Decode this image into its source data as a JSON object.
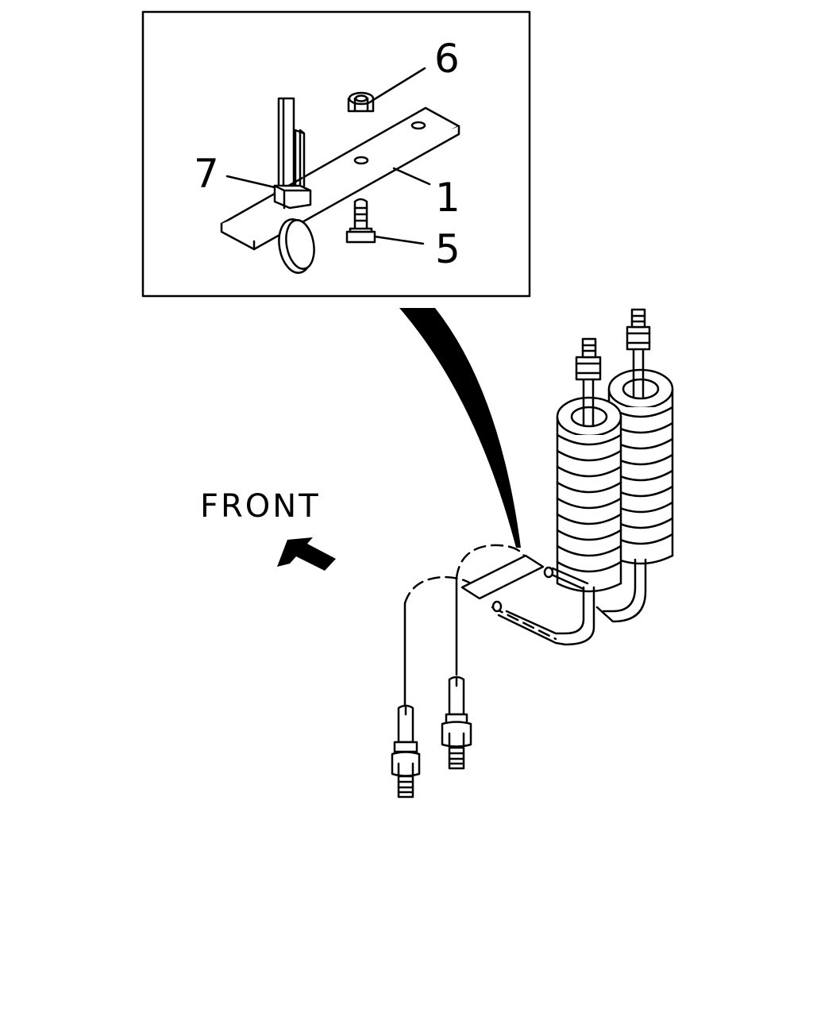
{
  "callouts": {
    "part_1": "1",
    "part_5": "5",
    "part_6": "6",
    "part_7": "7"
  },
  "direction_label": "FRONT",
  "colors": {
    "ink": "#000000",
    "paper": "#ffffff"
  },
  "icons": {
    "direction_arrow": "arrow-up-left-icon"
  }
}
